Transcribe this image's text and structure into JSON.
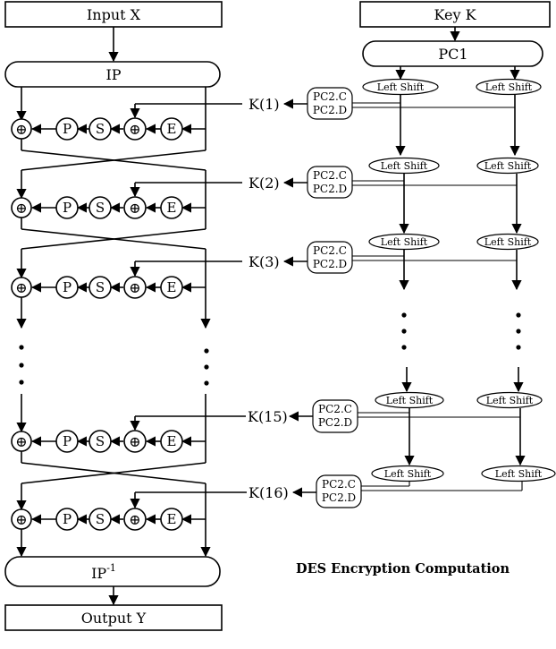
{
  "caption": "DES Encryption Computation",
  "input_label": "Input X",
  "key_label": "Key K",
  "ip_label": "IP",
  "ip_inverse_label": "IP",
  "ip_inverse_sup": "-1",
  "output_label": "Output  Y",
  "pc1_label": "PC1",
  "round_symbols": {
    "xor": "⊕",
    "p": "P",
    "s": "S",
    "e": "E"
  },
  "left_shift_label": "Left Shift",
  "pc2_c_label": "PC2.C",
  "pc2_d_label": "PC2.D",
  "subkeys": [
    "K(1)",
    "K(2)",
    "K(3)",
    "K(15)",
    "K(16)"
  ]
}
